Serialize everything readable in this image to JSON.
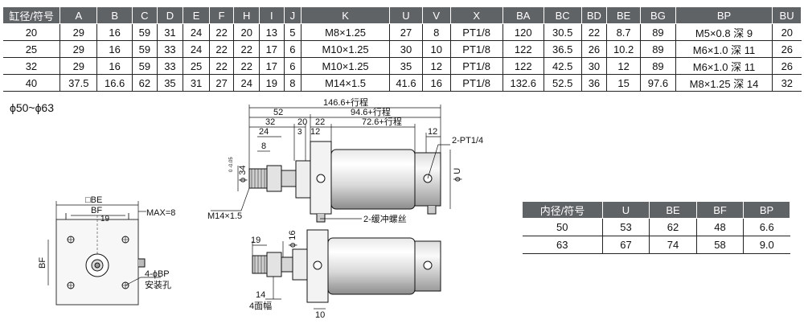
{
  "top_table": {
    "headers": [
      "缸径/符号",
      "A",
      "B",
      "C",
      "D",
      "E",
      "F",
      "H",
      "I",
      "J",
      "K",
      "U",
      "V",
      "X",
      "BA",
      "BC",
      "BD",
      "BE",
      "BG",
      "BP",
      "BU"
    ],
    "rows": [
      [
        "20",
        "29",
        "16",
        "59",
        "31",
        "24",
        "22",
        "20",
        "13",
        "5",
        "M8×1.25",
        "27",
        "8",
        "PT1/8",
        "120",
        "30.5",
        "22",
        "8.7",
        "89",
        "M5×0.8 深 9",
        "20"
      ],
      [
        "25",
        "29",
        "16",
        "59",
        "33",
        "24",
        "22",
        "22",
        "17",
        "6",
        "M10×1.25",
        "30",
        "10",
        "PT1/8",
        "122",
        "36.5",
        "26",
        "10.2",
        "89",
        "M6×1.0 深 11",
        "26"
      ],
      [
        "32",
        "29",
        "16",
        "59",
        "33",
        "25",
        "22",
        "22",
        "17",
        "6",
        "M10×1.25",
        "35",
        "12",
        "PT1/8",
        "122",
        "42.5",
        "30",
        "12",
        "89",
        "M6×1.0 深 11",
        "26"
      ],
      [
        "40",
        "37.5",
        "16.6",
        "62",
        "35",
        "31",
        "27",
        "24",
        "19",
        "8",
        "M14×1.5",
        "41.6",
        "16",
        "PT1/8",
        "132.6",
        "52.5",
        "36",
        "15",
        "97.6",
        "M8×1.25 深 14",
        "32"
      ]
    ]
  },
  "range_label": "ϕ50~ϕ63",
  "small_table": {
    "headers": [
      "内径/符号",
      "U",
      "BE",
      "BF",
      "BP"
    ],
    "rows": [
      [
        "50",
        "53",
        "62",
        "48",
        "6.6"
      ],
      [
        "63",
        "67",
        "74",
        "58",
        "9.0"
      ]
    ]
  },
  "drawing": {
    "front_view": {
      "be_label": "□BE",
      "bf_label": "BF",
      "dim_19": "19",
      "max_label": "MAX=8",
      "bf_side": "BF",
      "holes_label": "4-ϕBP",
      "holes_sub": "安装孔"
    },
    "side_view": {
      "total": "146.6+行程",
      "d52": "52",
      "d94": "94.6+行程",
      "d32": "32",
      "d20": "20",
      "d22": "22",
      "d3": "3",
      "d12a": "12",
      "d72": "72.6+行程",
      "d24": "24",
      "d8": "8",
      "d12b": "12",
      "port": "2-PT1/4",
      "phi34": "ϕ 34",
      "phi34_tol": "0 -0.05",
      "phiU": "ϕ U",
      "thread": "M14×1.5",
      "cushion": "2-缓冲螺丝"
    },
    "bottom_view": {
      "d19": "19",
      "phi16": "ϕ 16",
      "d14": "14",
      "flats": "4面幅",
      "d10": "10"
    }
  }
}
